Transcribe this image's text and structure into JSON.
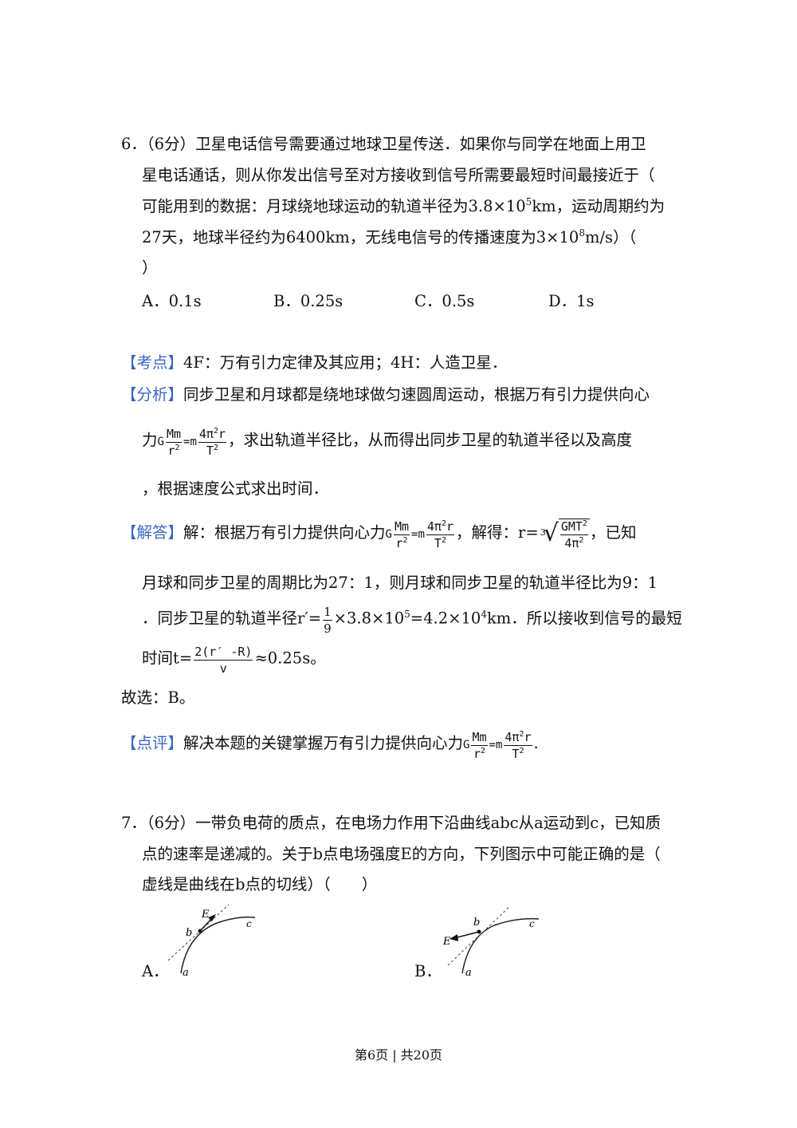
{
  "q6": {
    "line1": "6．（6分）卫星电话信号需要通过地球卫星传送．如果你与同学在地面上用卫",
    "line2": "星电话通话，则从你发出信号至对方接收到信号所需要最短时间最接近于（",
    "line3a": "可能用到的数据：月球绕地球运动的轨道半径为3.8×10",
    "line3b": "5",
    "line3c": "km，运动周期约为",
    "line4a": "27天，地球半径约为6400km，无线电信号的传播速度为3×10",
    "line4b": "8",
    "line4c": "m/s）（",
    "line5": "）",
    "options": [
      "A．0.1s",
      "B．0.25s",
      "C．0.5s",
      "D．1s"
    ]
  },
  "kaodian": {
    "tag": "【考点】",
    "text": "4F：万有引力定律及其应用；4H：人造卫星．"
  },
  "fenxi": {
    "tag": "【分析】",
    "line1": "同步卫星和月球都是绕地球做匀速圆周运动，根据万有引力提供向心",
    "pre": "力",
    "post": "，求出轨道半径比，从而得出同步卫星的轨道半径以及高度",
    "line3": "，根据速度公式求出时间．"
  },
  "formula": {
    "G": "G",
    "num1": "Mm",
    "den1": "r",
    "eq": "=m",
    "num2": "4π",
    "num2b": "r",
    "den2": "T",
    "sq": "2"
  },
  "jieda": {
    "tag": "【解答】",
    "pre": "解：根据万有引力提供向心力",
    "mid": "，解得：r=",
    "root_index": "3",
    "root_num": "GMT",
    "root_den": "4π",
    "post": "，已知",
    "line2": "月球和同步卫星的周期比为27：1，则月球和同步卫星的轨道半径比为9：1",
    "line3a": "．同步卫星的轨道半径r′=",
    "frac_num": "1",
    "frac_den": "9",
    "line3b": "×3.8×10",
    "line3c": "5",
    "line3d": "=4.2×10",
    "line3e": "4",
    "line3f": "km．所以接收到信号的最短",
    "line4a": "时间t=",
    "t_num": "2(r′ -R)",
    "t_den": "v",
    "line4b": "≈0.25s。"
  },
  "guxuan": "故选：B。",
  "dianping": {
    "tag": "【点评】",
    "text": "解决本题的关键掌握万有引力提供向心力",
    "end": "."
  },
  "q7": {
    "line1": "7．（6分）一带负电荷的质点，在电场力作用下沿曲线abc从a运动到c，已知质",
    "line2": "点的速率是递减的。关于b点电场强度E的方向，下列图示中可能正确的是（",
    "line3": "虚线是曲线在b点的切线）（　　）",
    "optA": "A．",
    "optB": "B．",
    "fig": {
      "E": "E",
      "b": "b",
      "c": "c",
      "a": "a"
    }
  },
  "footer": "第6页 | 共20页"
}
